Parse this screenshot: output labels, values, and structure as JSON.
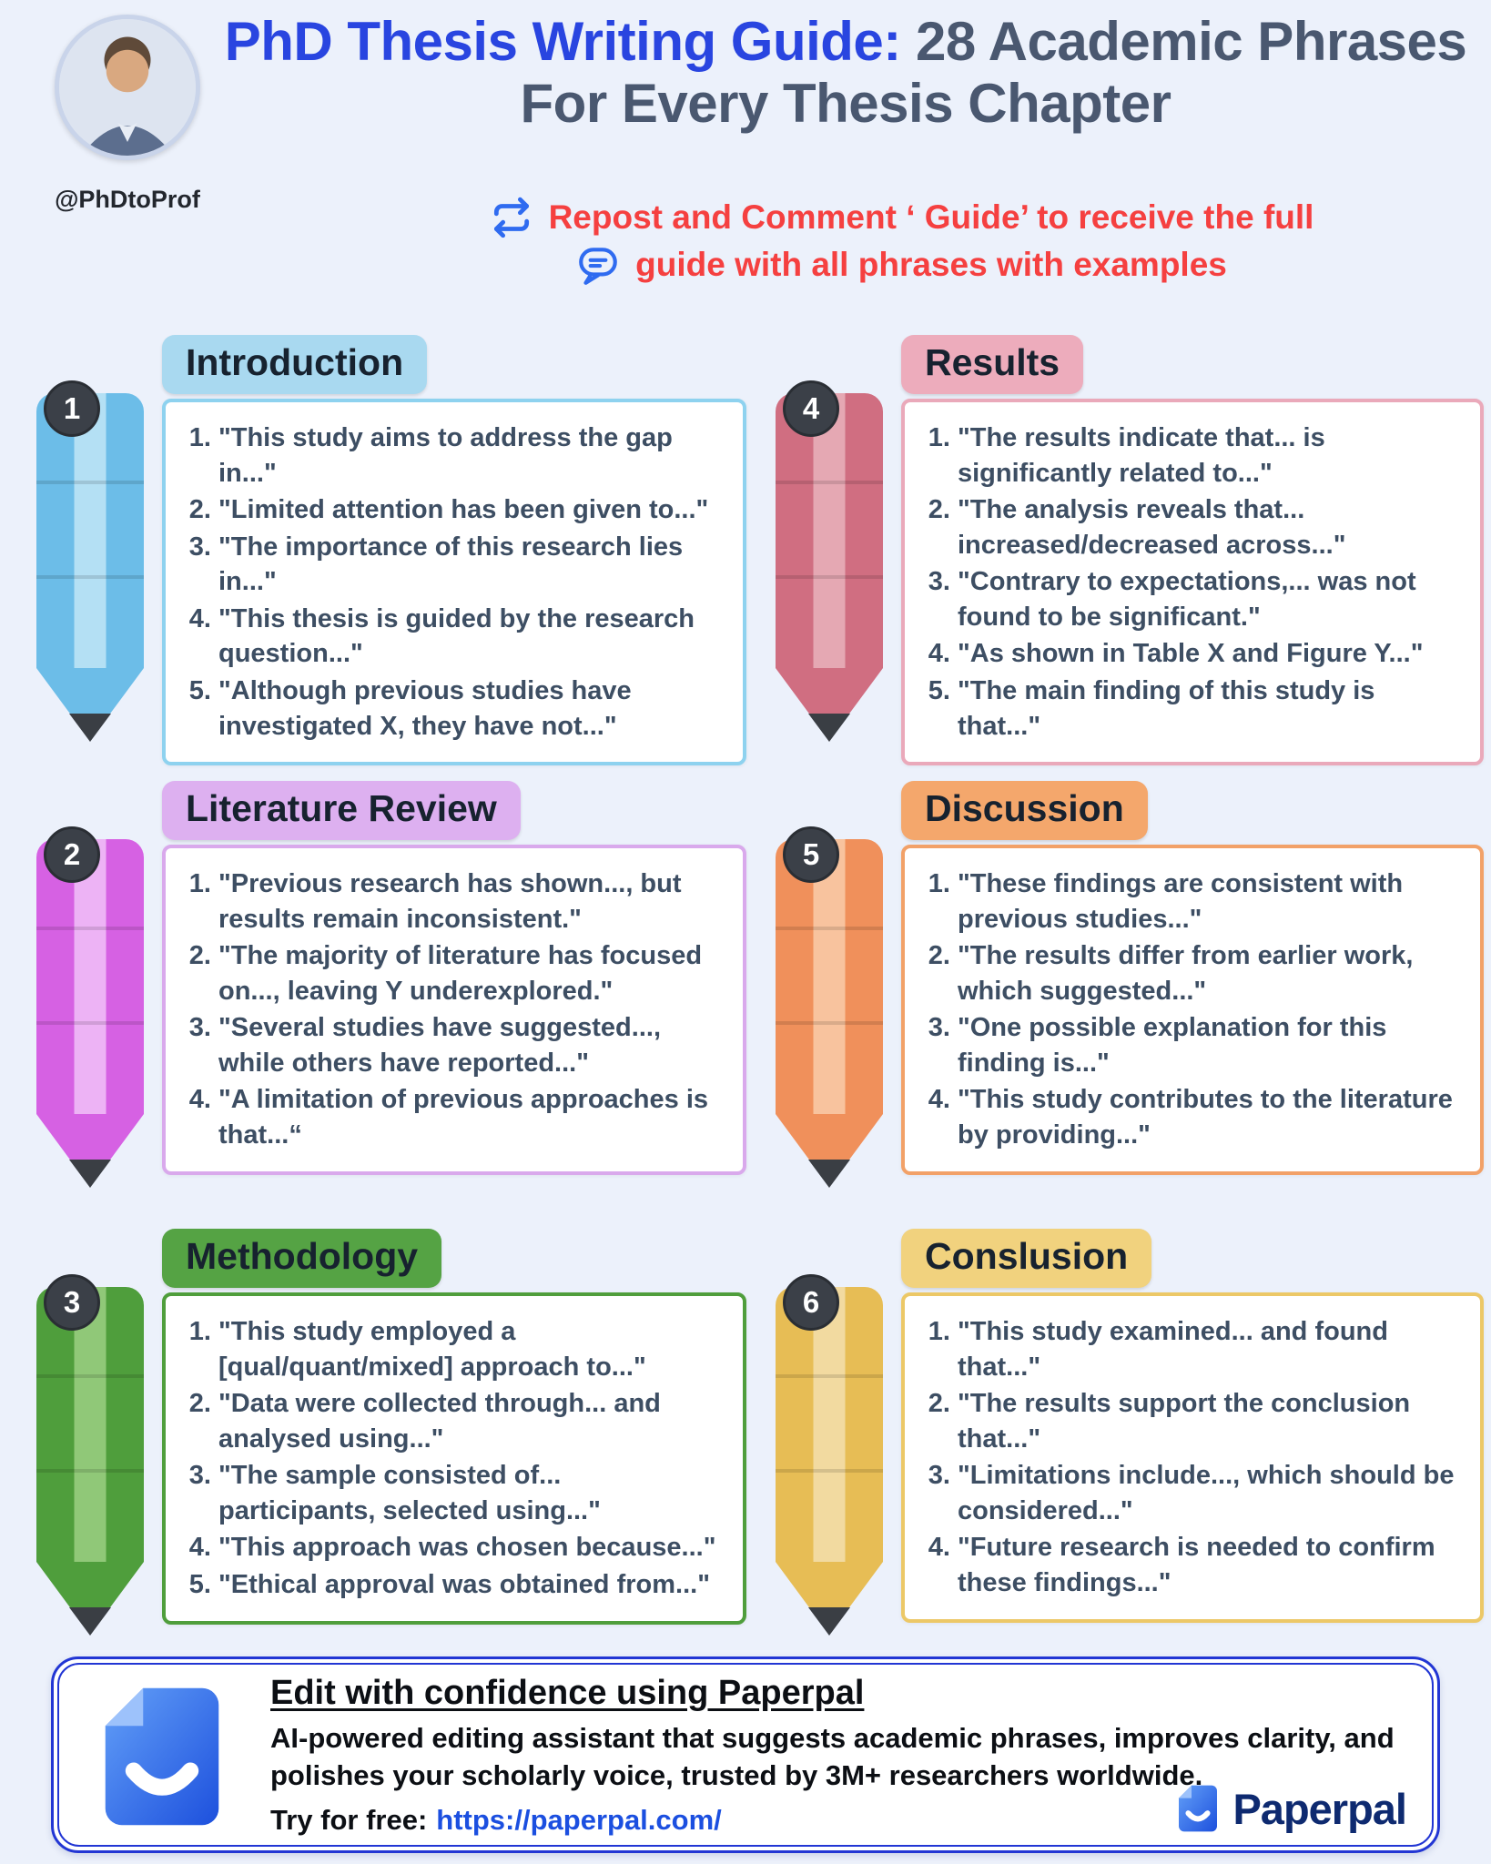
{
  "page": {
    "handle": "@PhDtoProf",
    "title_blue": "PhD Thesis Writing Guide:",
    "title_dark": " 28 Academic Phrases For Every Thesis Chapter",
    "cta_line1": "Repost and Comment ‘ Guide’ to receive the full",
    "cta_line2": "guide with all phrases with examples"
  },
  "colors": {
    "background": "#ecf1fb",
    "title_blue": "#2945e0",
    "title_dark": "#4a5870",
    "cta_red": "#f54040",
    "icon_blue": "#2f6bf0",
    "link_blue": "#1b4fe0",
    "brand_navy": "#0e2a70"
  },
  "icons": {
    "repost": "repost-arrows-icon",
    "comment": "speech-bubble-icon",
    "avatar": "profile-photo",
    "paperpal": "paperpal-document-smile-logo",
    "pencil": "pencil-illustration"
  },
  "sections": [
    {
      "number": "1",
      "title": "Introduction",
      "colors": {
        "pencil": "#6cbde8",
        "pencil_light": "#b4e0f4",
        "badge": "#a9d9f0",
        "border": "#8ed2ef"
      },
      "phrases": [
        "\"This study aims to address the gap in...\"",
        "\"Limited attention has been given to...\"",
        "\"The importance of this research lies in...\"",
        "\"This thesis is guided by the research question...\"",
        "\"Although previous studies have investigated X, they have not...\""
      ]
    },
    {
      "number": "2",
      "title": "Literature Review",
      "colors": {
        "pencil": "#d661e3",
        "pencil_light": "#edb3f5",
        "badge": "#ddb0f0",
        "border": "#d9a9ec"
      },
      "phrases": [
        "\"Previous research has shown..., but results remain inconsistent.\"",
        "\"The majority of literature has focused on..., leaving Y underexplored.\"",
        "\"Several studies have suggested..., while others have reported...\"",
        "\"A limitation of previous approaches is that...“"
      ]
    },
    {
      "number": "3",
      "title": "Methodology",
      "colors": {
        "pencil": "#4f9e3c",
        "pencil_light": "#90c878",
        "badge": "#55a344",
        "border": "#4f9e3c"
      },
      "phrases": [
        "\"This study employed a [qual/quant/mixed] approach to...\"",
        "\"Data were collected through... and analysed using...\"",
        "\"The sample consisted of... participants, selected using...\"",
        "\"This approach was chosen because...\"",
        "\"Ethical approval was obtained from...\""
      ]
    },
    {
      "number": "4",
      "title": "Results",
      "colors": {
        "pencil": "#d06e81",
        "pencil_light": "#e5a8b3",
        "badge": "#edacbc",
        "border": "#eaa9ba"
      },
      "phrases": [
        "\"The results indicate that... is significantly related to...\"",
        "\"The analysis reveals that... increased/decreased across...\"",
        "\"Contrary to expectations,... was not found to be significant.\"",
        "\"As shown in Table X and Figure Y...\"",
        "\"The main finding of this study is that...\""
      ]
    },
    {
      "number": "5",
      "title": "Discussion",
      "colors": {
        "pencil": "#f0905b",
        "pencil_light": "#f8c39e",
        "badge": "#f4a76c",
        "border": "#f2a168"
      },
      "phrases": [
        "\"These findings are consistent with previous studies...\"",
        "\"The results differ from earlier work, which suggested...\"",
        "\"One possible explanation for this finding is...\"",
        "\"This study contributes to the literature by providing...\""
      ]
    },
    {
      "number": "6",
      "title": "Conslusion",
      "colors": {
        "pencil": "#e7bd55",
        "pencil_light": "#f2daa0",
        "badge": "#f1d27e",
        "border": "#ecc867"
      },
      "phrases": [
        "\"This study examined... and found that...\"",
        "\"The results support the conclusion that...\"",
        "\"Limitations include..., which should be considered...\"",
        "\"Future research is needed to confirm these findings...\""
      ]
    }
  ],
  "footer": {
    "heading": "Edit with confidence using Paperpal",
    "body": "AI-powered editing assistant that suggests academic phrases, improves clarity, and polishes your scholarly voice,  trusted by 3M+ researchers worldwide.",
    "try_label": "Try for free:",
    "url": "https://paperpal.com/",
    "brand": "Paperpal"
  }
}
